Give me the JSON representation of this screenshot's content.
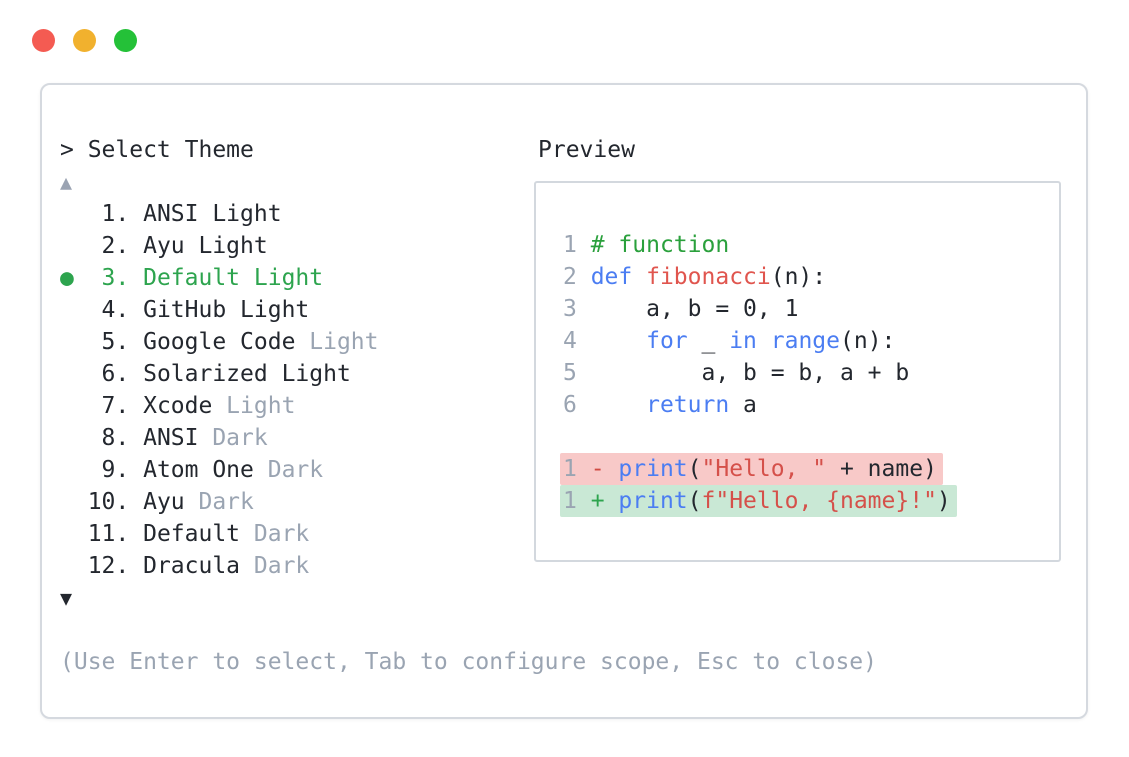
{
  "window_controls": {
    "close_color": "#f45b52",
    "minimize_color": "#f1b12e",
    "zoom_color": "#24c138"
  },
  "prompt": {
    "text": "> Select Theme"
  },
  "scroll": {
    "up_icon": "▲",
    "down_icon": "▼"
  },
  "theme_list": {
    "selected_marker": "●",
    "selected_color": "#2da44e",
    "items": [
      {
        "num": "1",
        "name": "ANSI Light",
        "gray_suffix": "",
        "selected": false
      },
      {
        "num": "2",
        "name": "Ayu Light",
        "gray_suffix": "",
        "selected": false
      },
      {
        "num": "3",
        "name": "Default Light",
        "gray_suffix": "",
        "selected": true
      },
      {
        "num": "4",
        "name": "GitHub Light",
        "gray_suffix": "",
        "selected": false
      },
      {
        "num": "5",
        "name": "Google Code",
        "gray_suffix": "Light",
        "selected": false
      },
      {
        "num": "6",
        "name": "Solarized Light",
        "gray_suffix": "",
        "selected": false
      },
      {
        "num": "7",
        "name": "Xcode",
        "gray_suffix": "Light",
        "selected": false
      },
      {
        "num": "8",
        "name": "ANSI",
        "gray_suffix": "Dark",
        "selected": false
      },
      {
        "num": "9",
        "name": "Atom One",
        "gray_suffix": "Dark",
        "selected": false
      },
      {
        "num": "10",
        "name": "Ayu",
        "gray_suffix": "Dark",
        "selected": false
      },
      {
        "num": "11",
        "name": "Default",
        "gray_suffix": "Dark",
        "selected": false
      },
      {
        "num": "12",
        "name": "Dracula",
        "gray_suffix": "Dark",
        "selected": false
      }
    ]
  },
  "help_text": "(Use Enter to select, Tab to configure scope, Esc to close)",
  "preview": {
    "label": "Preview",
    "code_lines": [
      {
        "num": "1",
        "tokens": [
          {
            "t": "# function",
            "c": "comment"
          }
        ]
      },
      {
        "num": "2",
        "tokens": [
          {
            "t": "def",
            "c": "kw"
          },
          {
            "t": " ",
            "c": "plain"
          },
          {
            "t": "fibonacci",
            "c": "fn"
          },
          {
            "t": "(n):",
            "c": "plain"
          }
        ]
      },
      {
        "num": "3",
        "tokens": [
          {
            "t": "    a, b = 0, 1",
            "c": "plain"
          }
        ]
      },
      {
        "num": "4",
        "tokens": [
          {
            "t": "    ",
            "c": "plain"
          },
          {
            "t": "for",
            "c": "kw"
          },
          {
            "t": " _ ",
            "c": "plain"
          },
          {
            "t": "in",
            "c": "kw"
          },
          {
            "t": " ",
            "c": "plain"
          },
          {
            "t": "range",
            "c": "kw"
          },
          {
            "t": "(n):",
            "c": "plain"
          }
        ]
      },
      {
        "num": "5",
        "tokens": [
          {
            "t": "        a, b = b, a + b",
            "c": "plain"
          }
        ]
      },
      {
        "num": "6",
        "tokens": [
          {
            "t": "    ",
            "c": "plain"
          },
          {
            "t": "return",
            "c": "kw"
          },
          {
            "t": " a",
            "c": "plain"
          }
        ]
      },
      {
        "num": "",
        "tokens": []
      },
      {
        "num": "1",
        "diff": "removed",
        "tokens": [
          {
            "t": "- ",
            "c": "minus"
          },
          {
            "t": "print",
            "c": "kw"
          },
          {
            "t": "(",
            "c": "plain"
          },
          {
            "t": "\"Hello, \"",
            "c": "str"
          },
          {
            "t": " + name)",
            "c": "plain"
          }
        ]
      },
      {
        "num": "1",
        "diff": "added",
        "tokens": [
          {
            "t": "+ ",
            "c": "plus"
          },
          {
            "t": "print",
            "c": "kw"
          },
          {
            "t": "(",
            "c": "plain"
          },
          {
            "t": "f\"Hello, {name}!\"",
            "c": "str"
          },
          {
            "t": ")",
            "c": "plain"
          }
        ]
      }
    ],
    "diff_colors": {
      "removed_bg": "#f8c9c8",
      "added_bg": "#c9e8d5"
    }
  }
}
